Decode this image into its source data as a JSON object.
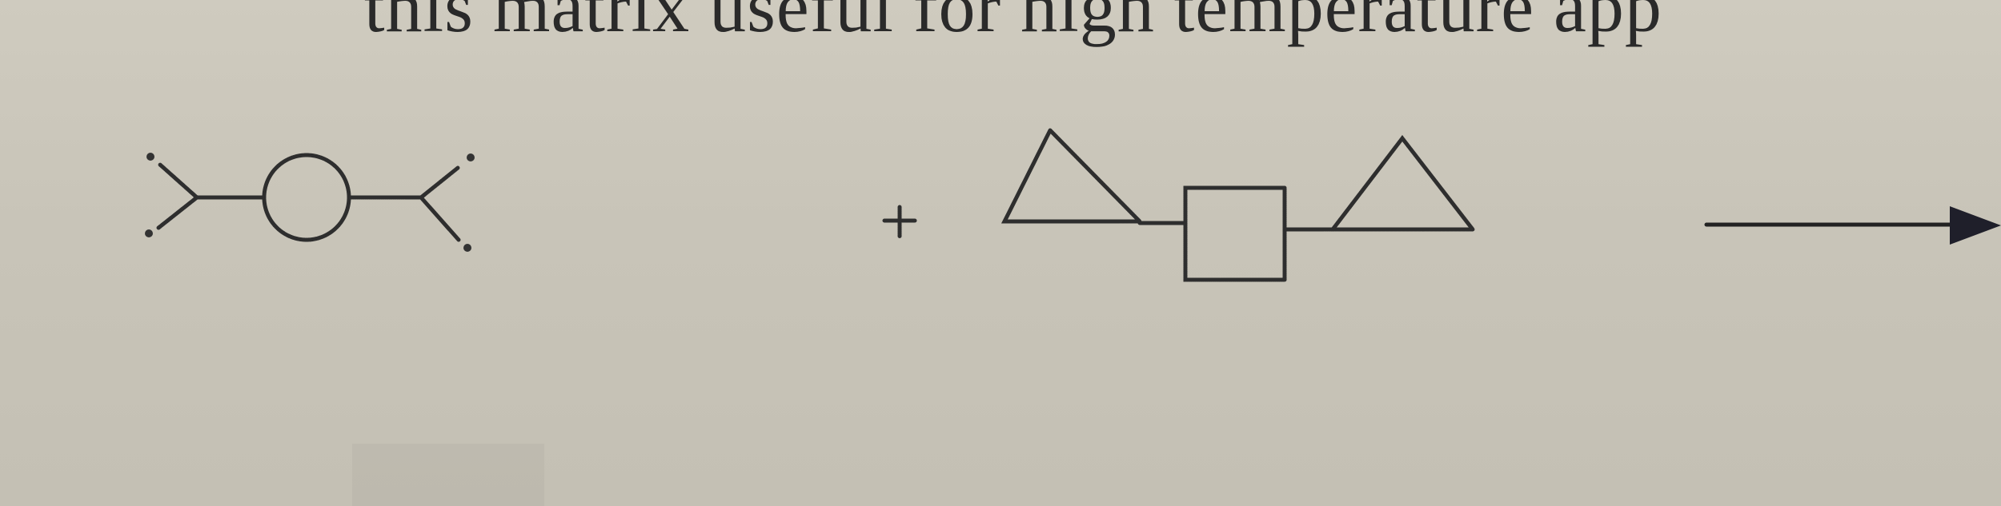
{
  "page": {
    "text_line": "this matrix useful for high temperature app"
  },
  "scheme": {
    "plus_sign": "+",
    "reactant_1": "bifunctional-linker-with-ring",
    "reactant_2": "triangle-square-triangle-monomer",
    "reaction_direction": "right-arrow"
  }
}
